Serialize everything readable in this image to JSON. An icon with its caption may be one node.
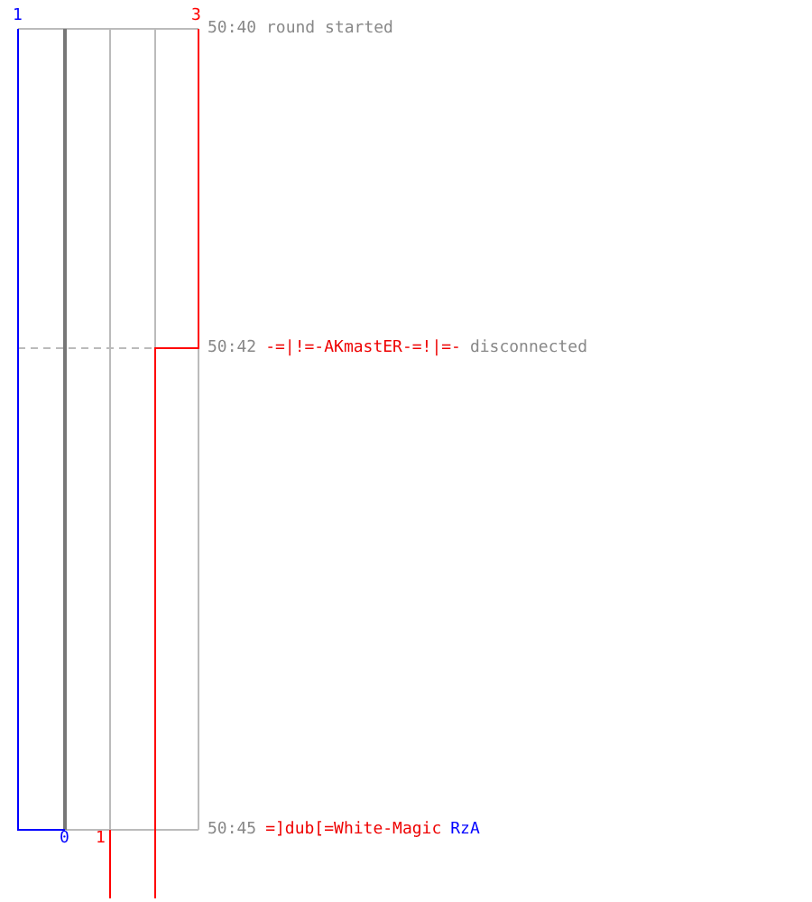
{
  "diagram": {
    "labels": [
      "1",
      "3",
      "50:40 round started",
      "50:42",
      "-=|!=-AKmastER-=!|=-",
      "disconnected",
      "50:45",
      "=]dub[=White-Magic",
      "RzA",
      "0",
      "1"
    ]
  }
}
